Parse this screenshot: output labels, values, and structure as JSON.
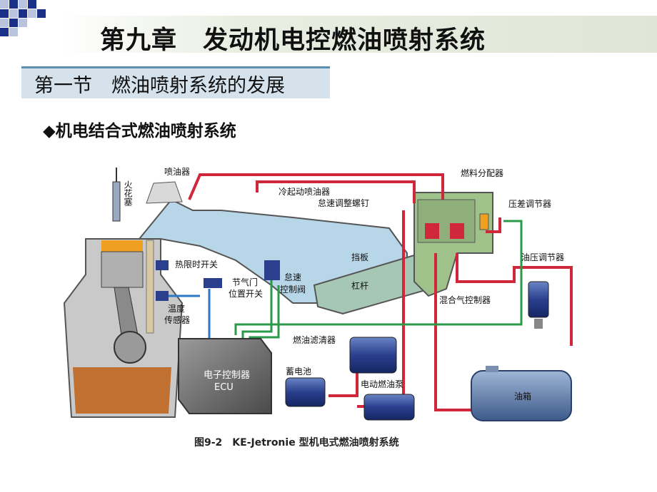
{
  "slide": {
    "title": "第九章　发动机电控燃油喷射系统",
    "section": "第一节　燃油喷射系统的发展",
    "bullet_symbol": "◆",
    "bullet": "机电结合式燃油喷射系统"
  },
  "colors": {
    "corner_dark": "#1a2f86",
    "corner_light": "#b9c3de",
    "section_border": "#5b8fb0",
    "section_bg": "#d5e2ec"
  },
  "diagram": {
    "labels": {
      "injector": "喷油器",
      "spark_plug": "火花塞",
      "cold_start_injector": "冷起动喷油器",
      "idle_screw": "怠速调整螺钉",
      "fuel_distributor": "燃料分配器",
      "diff_regulator": "压差调节器",
      "oil_pressure_regulator": "油压调节器",
      "thermo_switch": "热限时开关",
      "throttle_switch_1": "节气门",
      "throttle_switch_2": "位置开关",
      "idle_valve_1": "怠速",
      "idle_valve_2": "控制阀",
      "baffle": "挡板",
      "lever": "杠杆",
      "mixture_control": "混合气控制器",
      "temp_sensor_1": "温度",
      "temp_sensor_2": "传感器",
      "fuel_filter": "燃油滤清器",
      "ecu_1": "电子控制器",
      "ecu_2": "ECU",
      "battery": "蓄电池",
      "fuel_pump": "电动燃油泵",
      "fuel_tank": "油箱"
    },
    "caption": "图9-2　KE-Jetronie 型机电式燃油喷射系统"
  }
}
